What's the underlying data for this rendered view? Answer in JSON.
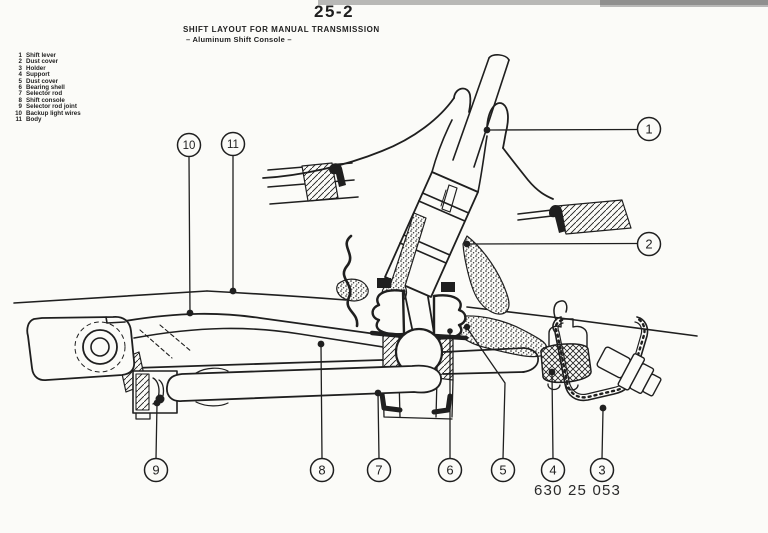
{
  "page": {
    "number": "25-2"
  },
  "header": {
    "title": "SHIFT LAYOUT FOR MANUAL TRANSMISSION",
    "subtitle": "– Aluminum Shift Console –"
  },
  "parts_list": {
    "items": [
      {
        "num": "1",
        "label": "Shift lever"
      },
      {
        "num": "2",
        "label": "Dust cover"
      },
      {
        "num": "3",
        "label": "Holder"
      },
      {
        "num": "4",
        "label": "Support"
      },
      {
        "num": "5",
        "label": "Dust cover"
      },
      {
        "num": "6",
        "label": "Bearing shell"
      },
      {
        "num": "7",
        "label": "Selector rod"
      },
      {
        "num": "8",
        "label": "Shift console"
      },
      {
        "num": "9",
        "label": "Selector rod joint"
      },
      {
        "num": "10",
        "label": "Backup light wires"
      },
      {
        "num": "11",
        "label": "Body"
      }
    ]
  },
  "diagram": {
    "callouts": {
      "c1": "1",
      "c2": "2",
      "c3": "3",
      "c4": "4",
      "c5": "5",
      "c6": "6",
      "c7": "7",
      "c8": "8",
      "c9": "9",
      "c10": "10",
      "c11": "11"
    }
  },
  "footer": {
    "part_number": "630 25 053"
  },
  "colors": {
    "ink": "#1f1f1f",
    "paper": "#fbfbf8"
  }
}
